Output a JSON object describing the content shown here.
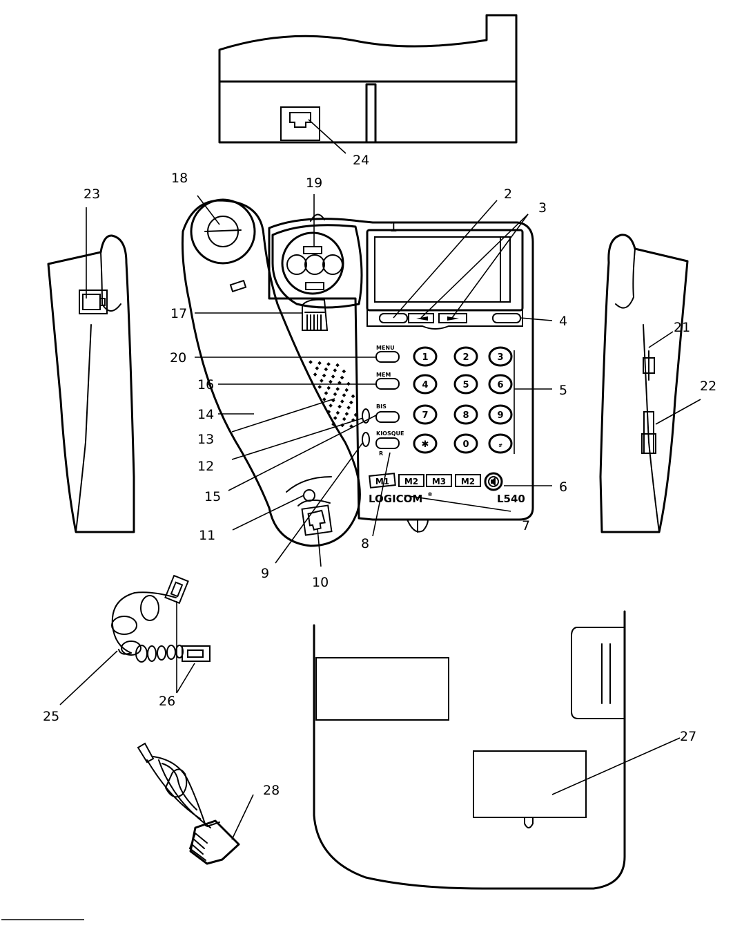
{
  "callouts": {
    "c1": "1",
    "c2": "2",
    "c3": "3",
    "c4": "4",
    "c5": "5",
    "c6": "6",
    "c7": "7",
    "c8": "8",
    "c9": "9",
    "c10": "10",
    "c11": "11",
    "c12": "12",
    "c13": "13",
    "c14": "14",
    "c15": "15",
    "c16": "16",
    "c17": "17",
    "c18": "18",
    "c19": "19",
    "c20": "20",
    "c21": "21",
    "c22": "22",
    "c23": "23",
    "c24": "24",
    "c25": "25",
    "c26": "26",
    "c27": "27",
    "c28": "28"
  },
  "phone": {
    "buttons": {
      "menu": "MENU",
      "mem": "MEM",
      "bis": "BIS",
      "kiosque": "KIOSQUE",
      "r": "R"
    },
    "keypad": [
      "1",
      "2",
      "3",
      "4",
      "5",
      "6",
      "7",
      "8",
      "9",
      "✱",
      "0",
      "#"
    ],
    "memory_keys": [
      "M1",
      "M2",
      "M3",
      "M2"
    ],
    "brand": "LOGICOM",
    "brand_mark": "®",
    "model": "L540"
  }
}
